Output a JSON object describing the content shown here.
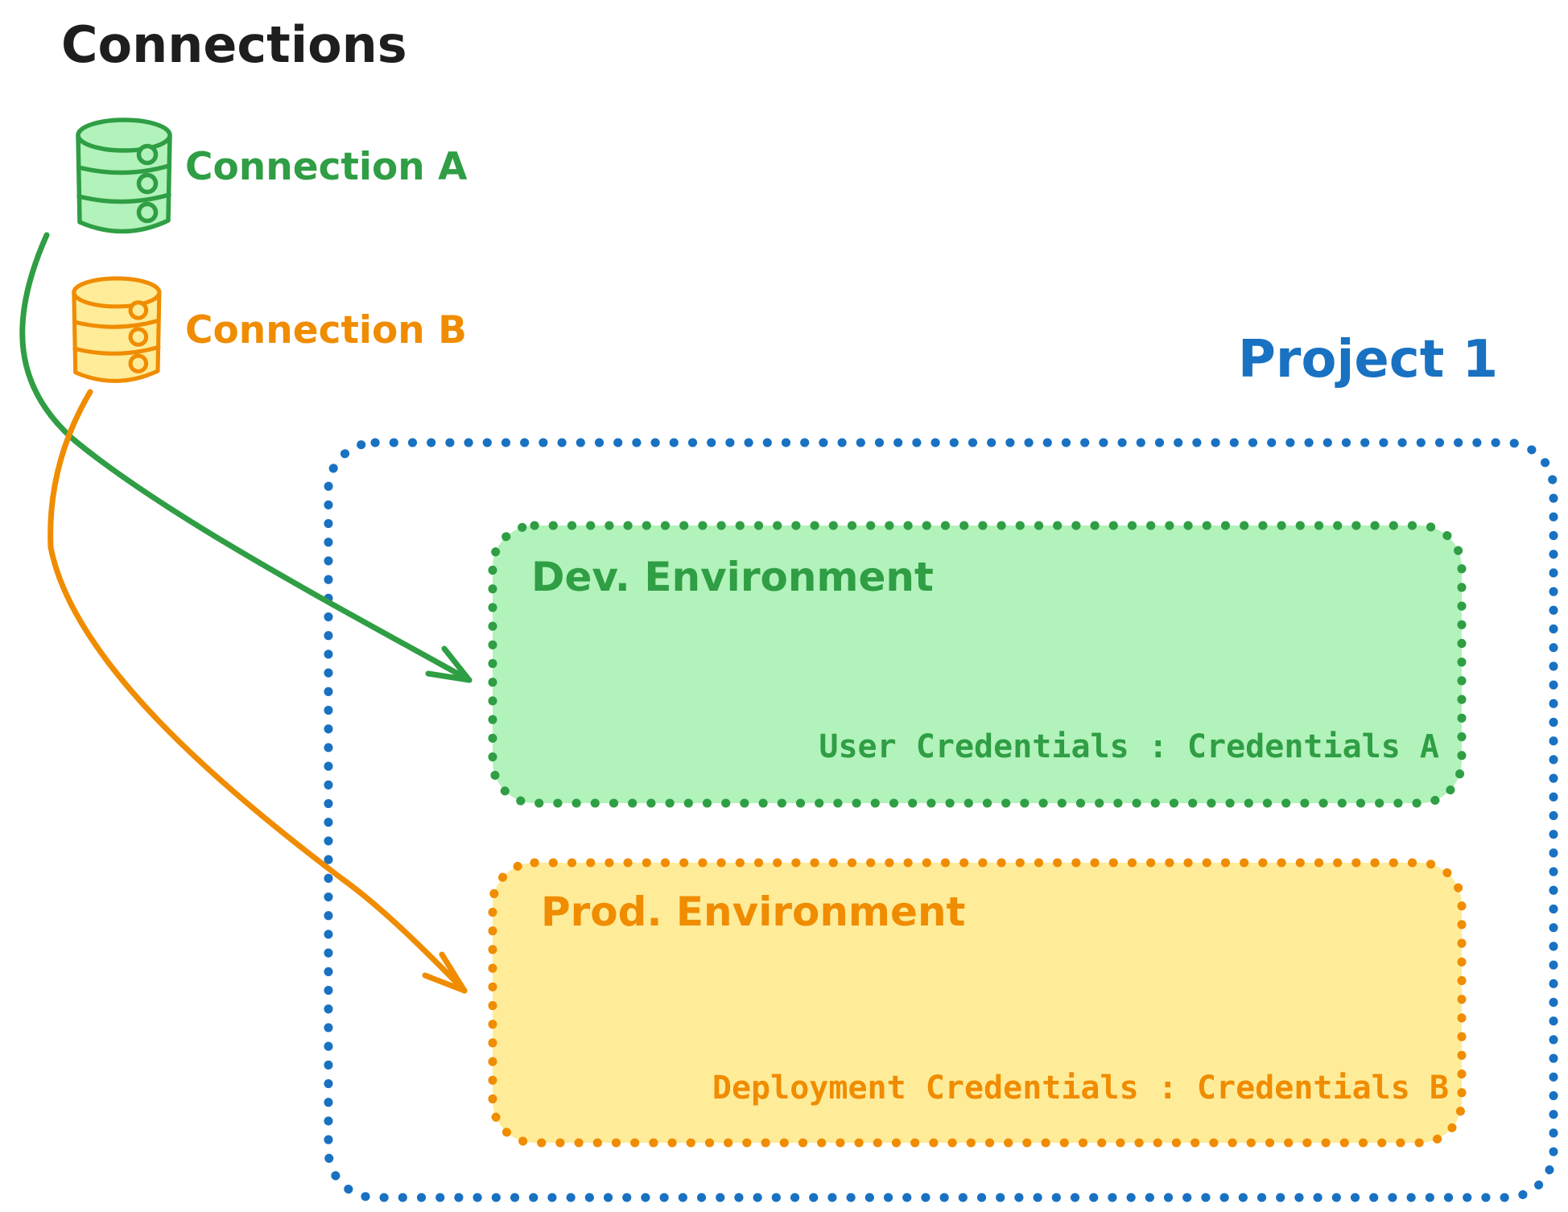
{
  "colors": {
    "ink": "#1e1e1e",
    "green": "#2f9e44",
    "green-bg": "#b2f2bb",
    "orange": "#f08c00",
    "orange-bg": "#ffec99",
    "blue": "#1971c2",
    "canvas": "#ffffff"
  },
  "header": {
    "title": "Connections"
  },
  "connections": {
    "a": {
      "label": "Connection A",
      "icon": "database-icon",
      "color": "#2f9e44"
    },
    "b": {
      "label": "Connection B",
      "icon": "database-icon",
      "color": "#f08c00"
    }
  },
  "project": {
    "title": "Project 1",
    "environments": {
      "dev": {
        "title": "Dev. Environment",
        "credentials": "User Credentials : Credentials A",
        "color": "#2f9e44"
      },
      "prod": {
        "title": "Prod. Environment",
        "credentials": "Deployment Credentials : Credentials B",
        "color": "#f08c00"
      }
    }
  }
}
